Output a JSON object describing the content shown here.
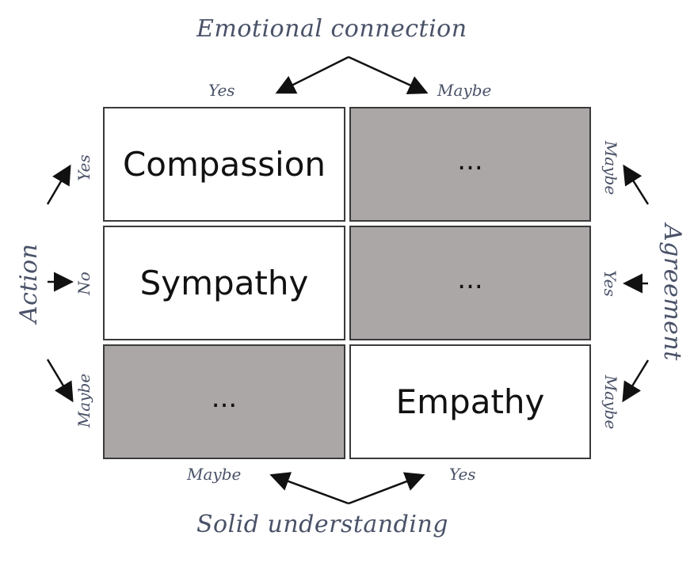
{
  "top_axis": {
    "title": "Emotional connection",
    "left": "Yes",
    "right": "Maybe"
  },
  "bottom_axis": {
    "title": "Solid understanding",
    "left": "Maybe",
    "right": "Yes"
  },
  "left_axis": {
    "title": "Action",
    "top": "Yes",
    "middle": "No",
    "bottom": "Maybe"
  },
  "right_axis": {
    "title": "Agreement",
    "top": "Maybe",
    "middle": "Yes",
    "bottom": "Maybe"
  },
  "cells": [
    {
      "label": "Compassion",
      "shade": "white"
    },
    {
      "label": "...",
      "shade": "gray"
    },
    {
      "label": "Sympathy",
      "shade": "white"
    },
    {
      "label": "...",
      "shade": "gray"
    },
    {
      "label": "...",
      "shade": "gray"
    },
    {
      "label": "Empathy",
      "shade": "white"
    }
  ],
  "colors": {
    "label_text": "#4a5268",
    "gray_fill": "#aaa7a6",
    "border": "#3a3a3a"
  }
}
